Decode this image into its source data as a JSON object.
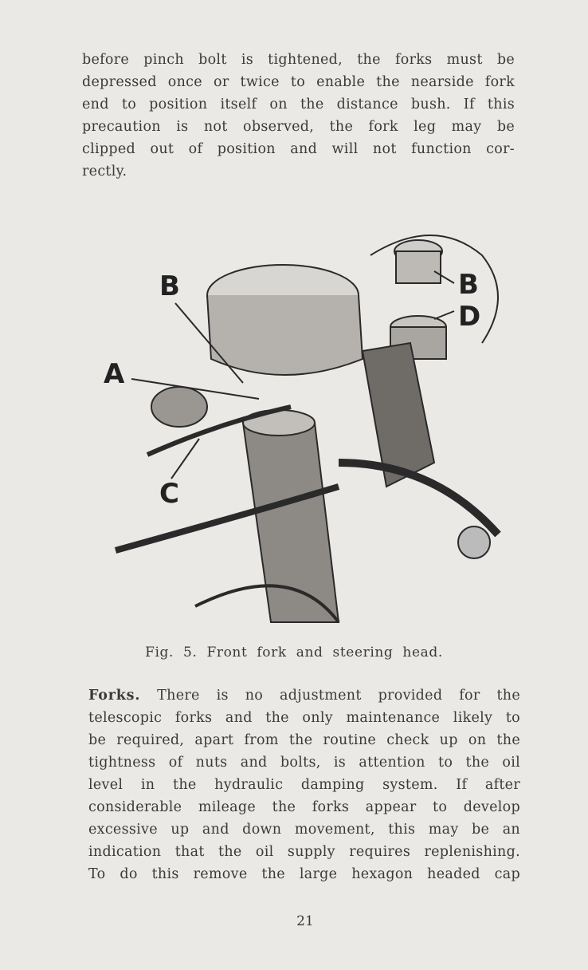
{
  "paragraph1": {
    "lines": [
      "before pinch bolt is tightened, the forks must be",
      "depressed once or twice to enable the nearside fork",
      "end to position itself on the distance bush.  If this",
      "precaution is not observed, the fork leg may be",
      "clipped out of position and will not function cor-",
      "rectly."
    ]
  },
  "figure": {
    "labels": {
      "b_left": "B",
      "a": "A",
      "c": "C",
      "b_right": "B",
      "d": "D"
    },
    "caption": "Fig. 5.   Front fork and steering head."
  },
  "paragraph2": {
    "heading": "Forks.",
    "first_line_rest": "There is no adjustment provided for the",
    "lines": [
      "telescopic forks and the only maintenance likely to",
      "be required, apart from the routine check up on the",
      "tightness of nuts and bolts, is attention to the oil",
      "level in the hydraulic damping system.  If after",
      "considerable mileage the forks appear to develop",
      "excessive up and down movement, this may be an",
      "indication that the oil supply requires replenishing.",
      "To do this remove the large hexagon headed cap"
    ]
  },
  "page_number": "21"
}
